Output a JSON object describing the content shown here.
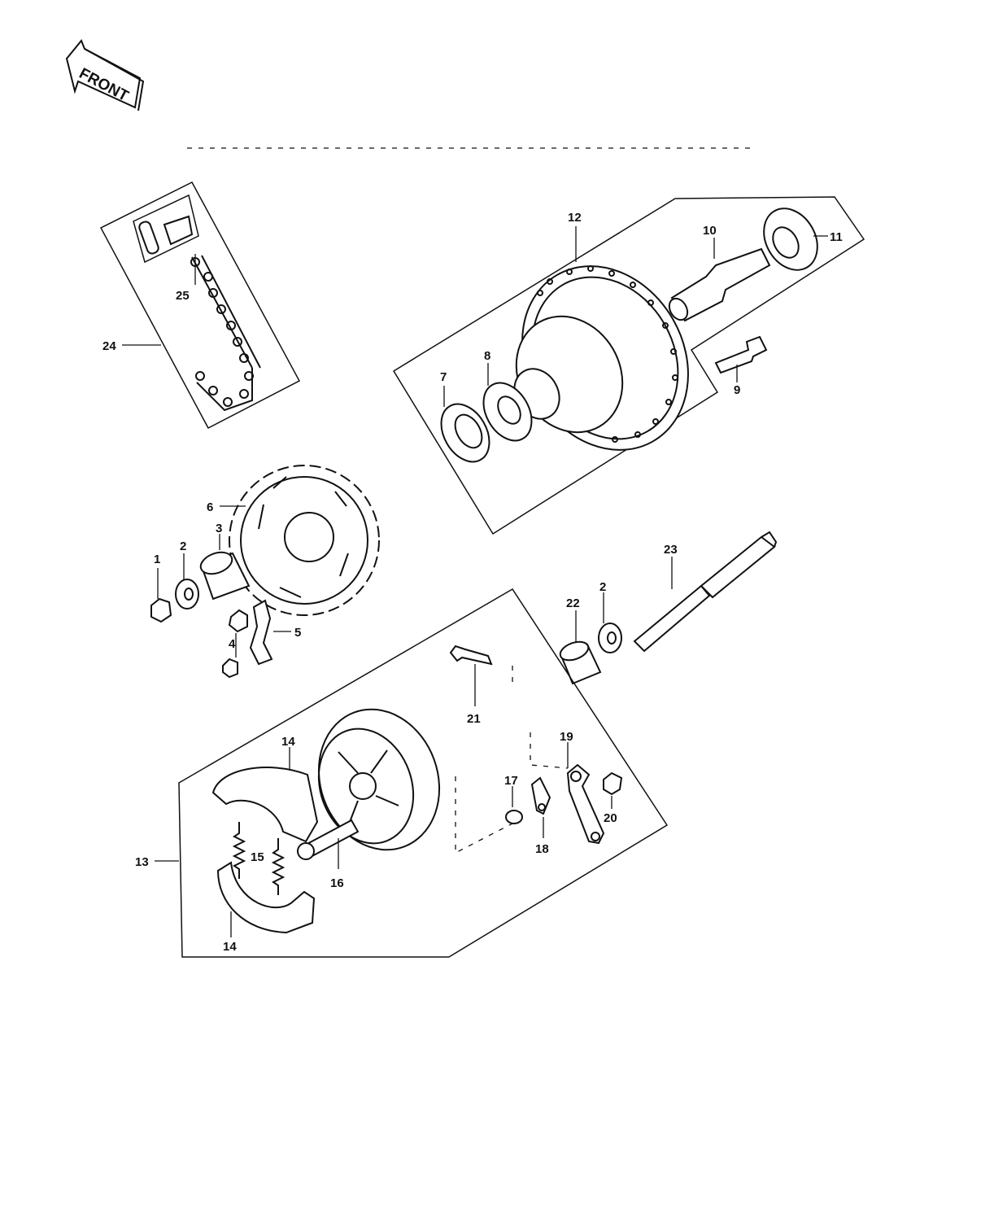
{
  "front_label": "FRONT",
  "callouts": {
    "c1": "1",
    "c2a": "2",
    "c2b": "2",
    "c3": "3",
    "c4": "4",
    "c5": "5",
    "c6": "6",
    "c7": "7",
    "c8": "8",
    "c9": "9",
    "c10": "10",
    "c11": "11",
    "c12": "12",
    "c13": "13",
    "c14a": "14",
    "c14b": "14",
    "c15": "15",
    "c16": "16",
    "c17": "17",
    "c18": "18",
    "c19": "19",
    "c20": "20",
    "c21": "21",
    "c22": "22",
    "c23": "23",
    "c24": "24",
    "c25": "25"
  }
}
